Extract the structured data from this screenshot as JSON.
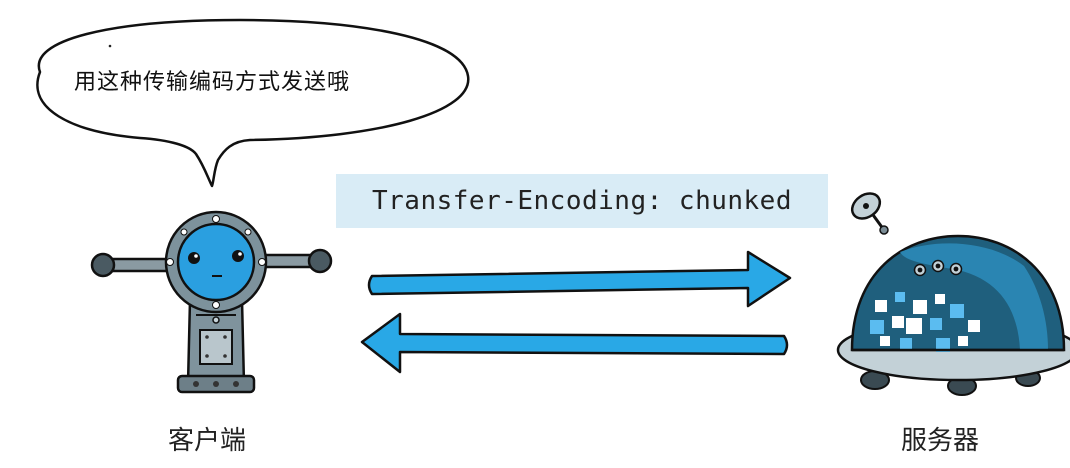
{
  "speech_bubble": {
    "text": "用这种传输编码方式发送哦"
  },
  "header": {
    "text": "Transfer-Encoding: chunked"
  },
  "client": {
    "label": "客户端"
  },
  "server": {
    "label": "服务器"
  },
  "colors": {
    "arrow": "#29a8e6",
    "header_bg": "#d9ecf6",
    "robot_blue": "#2a9fe0",
    "robot_grey": "#7f939d",
    "server_dark": "#1f5f7d",
    "server_base": "#c3d1d7"
  },
  "icons": {
    "client": "robot-icon",
    "server": "server-robot-icon",
    "to_server": "arrow-right-icon",
    "to_client": "arrow-left-icon"
  }
}
